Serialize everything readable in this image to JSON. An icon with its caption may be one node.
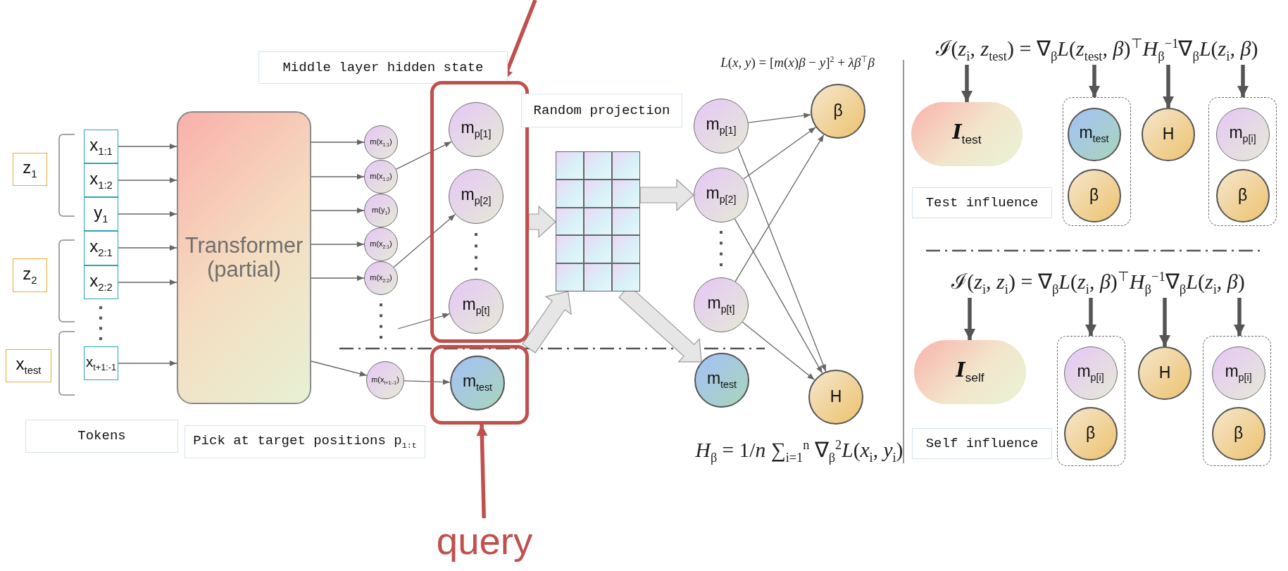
{
  "diagram": {
    "nodes": [
      {
        "text": [
          "z$_{1}$"
        ]
      },
      {
        "text": [
          "z$_{2}$"
        ]
      },
      {
        "text": [
          "x$_{test}$"
        ]
      },
      {
        "text": [
          "x$_{1:1}$"
        ]
      },
      {
        "text": [
          "x$_{1:2}$"
        ]
      },
      {
        "text": [
          "y$_{1}$"
        ]
      },
      {
        "text": [
          "x$_{2:1}$"
        ]
      },
      {
        "text": [
          "x$_{2:2}$"
        ]
      },
      {
        "text": [
          "x$_{t+1:-1}$"
        ]
      },
      {
        "text": [
          "Transformer (partial)"
        ]
      },
      {
        "text": [
          "Tokens"
        ]
      },
      {
        "text": [
          "Middle layer hidden state"
        ]
      },
      {
        "text": [
          "m(x$_{1:1}$)"
        ]
      },
      {
        "text": [
          "m(x$_{1:2}$)"
        ]
      },
      {
        "text": [
          "m(y$_{1}$)"
        ]
      },
      {
        "text": [
          "m(x$_{2:1}$)"
        ]
      },
      {
        "text": [
          "m(x$_{2:2}$)"
        ]
      },
      {
        "text": [
          "m(x$_{t+1:-1}$)"
        ]
      },
      {
        "text": [],
        "shape": "box"
      },
      {
        "text": [
          "m$_{p[1]}$"
        ],
        "in": 18
      },
      {
        "text": [
          "m$_{p[2]}$"
        ],
        "in": 18
      },
      {
        "text": [
          "m$_{p[t]}$"
        ],
        "in": 18
      },
      {
        "text": [],
        "shape": "box"
      },
      {
        "text": [
          "m$_{test}$"
        ],
        "in": 22
      },
      {
        "text": [
          "Pick at target positions p$_{1:t}$"
        ]
      },
      {
        "text": [
          "query"
        ]
      },
      {
        "text": [
          "Random projection"
        ]
      },
      {
        "text": [],
        "shape": "grid"
      },
      {
        "text": [
          "m$_{p[1]}$"
        ]
      },
      {
        "text": [
          "m$_{p[2]}$"
        ]
      },
      {
        "text": [
          "m$_{p[t]}$"
        ]
      },
      {
        "text": [
          "m$_{test}$"
        ]
      },
      {
        "text": [
          "β"
        ]
      },
      {
        "text": [
          "H"
        ]
      },
      {
        "text": [
          "ℐ(*z*$_{i}$, *z*$_{test}$) = ∇$_{β}$*L*(*z*$_{test}$, *β*)$^{⊤}$*H*$_{β}$$^{−1}$∇$_{β}$*L*(*z*$_{i}$, *β*)"
        ]
      },
      {
        "text": [
          "**I**$_{test}$"
        ]
      },
      {
        "text": [
          "Test influence"
        ]
      },
      {
        "text": [],
        "shape": "box"
      },
      {
        "text": [
          "m$_{test}$"
        ],
        "in": 37
      },
      {
        "text": [
          "β"
        ],
        "in": 37
      },
      {
        "text": [
          "H"
        ]
      },
      {
        "text": [],
        "shape": "box"
      },
      {
        "text": [
          "m$_{p[i]}$"
        ],
        "in": 41
      },
      {
        "text": [
          "β"
        ],
        "in": 41
      },
      {
        "text": [
          "ℐ(*z*$_{i}$, *z*$_{i}$) = ∇$_{β}$*L*(*z*$_{i}$, *β*)$^{⊤}$*H*$_{β}$$^{−1}$∇$_{β}$*L*(*z*$_{i}$, *β*)"
        ]
      },
      {
        "text": [
          "**I**$_{self}$"
        ]
      },
      {
        "text": [
          "Self influence"
        ]
      },
      {
        "text": [],
        "shape": "box"
      },
      {
        "text": [
          "m$_{p[i]}$"
        ],
        "in": 47
      },
      {
        "text": [
          "β"
        ],
        "in": 47
      },
      {
        "text": [
          "H"
        ]
      },
      {
        "text": [],
        "shape": "box"
      },
      {
        "text": [
          "m$_{p[i]}$"
        ],
        "in": 51
      },
      {
        "text": [
          "β"
        ],
        "in": 51
      }
    ],
    "edges": [
      {
        "from": 3,
        "to": 9,
        "arrow": "to"
      },
      {
        "from": 4,
        "to": 9,
        "arrow": "to"
      },
      {
        "from": 5,
        "to": 9,
        "arrow": "to"
      },
      {
        "from": 6,
        "to": 9,
        "arrow": "to"
      },
      {
        "from": 7,
        "to": 9,
        "arrow": "to"
      },
      {
        "from": 8,
        "to": 9,
        "arrow": "to"
      },
      {
        "from": 9,
        "to": 12,
        "arrow": "to"
      },
      {
        "from": 9,
        "to": 13,
        "arrow": "to"
      },
      {
        "from": 9,
        "to": 14,
        "arrow": "to"
      },
      {
        "from": 9,
        "to": 15,
        "arrow": "to"
      },
      {
        "from": 9,
        "to": 16,
        "arrow": "to"
      },
      {
        "from": 9,
        "to": 17,
        "arrow": "to"
      },
      {
        "from": 13,
        "to": 19,
        "arrow": "to"
      },
      {
        "from": 16,
        "to": 20,
        "arrow": "to"
      },
      {
        "from": null,
        "to": 21,
        "arrow": "to"
      },
      {
        "from": 17,
        "to": 23,
        "arrow": "to"
      },
      {
        "from": 18,
        "to": 27,
        "arrow": "to",
        "style": "thick",
        "color": "#e6e6e6"
      },
      {
        "from": 22,
        "to": 27,
        "arrow": "to",
        "style": "thick",
        "color": "#e6e6e6"
      },
      {
        "from": 27,
        "to": 29,
        "arrow": "to",
        "style": "thick",
        "color": "#e6e6e6"
      },
      {
        "from": 27,
        "to": 31,
        "arrow": "to",
        "style": "thick",
        "color": "#e6e6e6"
      },
      {
        "from": 28,
        "to": 32,
        "arrow": "to"
      },
      {
        "from": 29,
        "to": 32,
        "arrow": "to"
      },
      {
        "from": 30,
        "to": 32,
        "arrow": "to"
      },
      {
        "from": 28,
        "to": 33,
        "arrow": "to"
      },
      {
        "from": 29,
        "to": 33,
        "arrow": "to"
      },
      {
        "from": 30,
        "to": 33,
        "arrow": "to"
      },
      {
        "from": null,
        "to": 18,
        "arrow": "to",
        "style": "thick",
        "color": "#c0504d"
      },
      {
        "from": 25,
        "to": 22,
        "arrow": "to",
        "style": "thick",
        "color": "#c0504d"
      },
      {
        "from": 34,
        "to": 35,
        "arrow": "to",
        "style": "thick",
        "color": "#555555"
      },
      {
        "from": 34,
        "to": 37,
        "arrow": "to",
        "style": "thick",
        "color": "#555555"
      },
      {
        "from": 34,
        "to": 40,
        "arrow": "to",
        "style": "thick",
        "color": "#555555"
      },
      {
        "from": 34,
        "to": 41,
        "arrow": "to",
        "style": "thick",
        "color": "#555555"
      },
      {
        "from": 44,
        "to": 45,
        "arrow": "to",
        "style": "thick",
        "color": "#555555"
      },
      {
        "from": 44,
        "to": 47,
        "arrow": "to",
        "style": "thick",
        "color": "#555555"
      },
      {
        "from": 44,
        "to": 50,
        "arrow": "to",
        "style": "thick",
        "color": "#555555"
      },
      {
        "from": 44,
        "to": 51,
        "arrow": "to",
        "style": "thick",
        "color": "#555555"
      }
    ],
    "labels": [
      "*L*(*x*, *y*) = [*m*(*x*)*β* − *y*]$^{2}$ + *λβ*$^{⊤}$*β*",
      "*H*$_{β}$ = 1/*n* ∑$_{i=1}$$^{n}$ ∇$_{β}$$^{2}$*L*(*x*$_{i}$, *y*$_{i}$)"
    ]
  }
}
